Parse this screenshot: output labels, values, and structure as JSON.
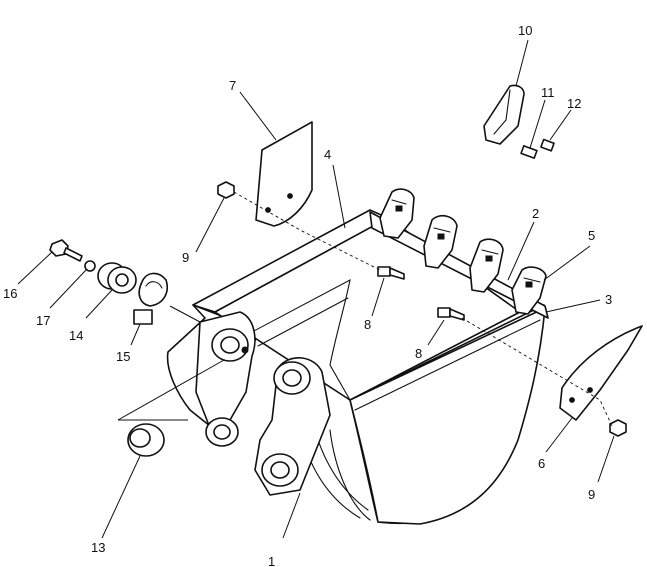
{
  "callouts": [
    {
      "id": "1",
      "part": "bucket"
    },
    {
      "id": "2",
      "part": "adapter"
    },
    {
      "id": "3",
      "part": "cutting-edge"
    },
    {
      "id": "4",
      "part": "side-wall"
    },
    {
      "id": "5",
      "part": "tooth"
    },
    {
      "id": "6",
      "part": "side-cutter-right"
    },
    {
      "id": "7",
      "part": "side-cutter-left"
    },
    {
      "id": "8",
      "part": "bolt"
    },
    {
      "id": "9",
      "part": "nut"
    },
    {
      "id": "10",
      "part": "tooth-point"
    },
    {
      "id": "11",
      "part": "pin"
    },
    {
      "id": "12",
      "part": "lock"
    },
    {
      "id": "13",
      "part": "bushing"
    },
    {
      "id": "14",
      "part": "spacer"
    },
    {
      "id": "15",
      "part": "shim"
    },
    {
      "id": "16",
      "part": "bolt"
    },
    {
      "id": "17",
      "part": "washer"
    }
  ],
  "colors": {
    "line": "#111111",
    "background": "#ffffff"
  }
}
